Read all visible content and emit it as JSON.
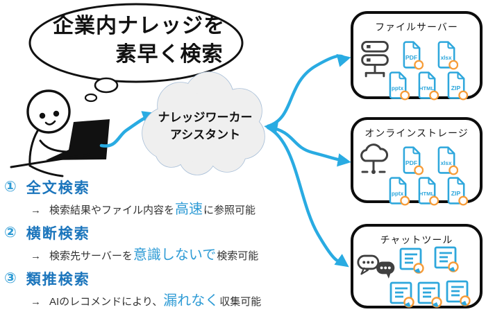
{
  "thought_bubble": {
    "line1": "企業内ナレッジを",
    "line2": "素早く検索"
  },
  "cloud": {
    "line1": "ナレッジワーカー",
    "line2": "アシスタント"
  },
  "features": [
    {
      "number": "①",
      "title": "全文検索",
      "arrow": "→",
      "pre": "検索結果やファイル内容を",
      "accent": "高速",
      "post": "に参照可能"
    },
    {
      "number": "②",
      "title": "横断検索",
      "arrow": "→",
      "pre": "検索先サーバーを",
      "accent": "意識しないで",
      "post": "検索可能"
    },
    {
      "number": "③",
      "title": "類推検索",
      "arrow": "→",
      "pre": "AIのレコメンドにより、",
      "accent": "漏れなく",
      "post": "収集可能"
    }
  ],
  "boxes": {
    "file_server": {
      "title": "ファイルサーバー",
      "files": [
        "PDF",
        "xlsx",
        "pptx",
        "HTML",
        "ZIP"
      ]
    },
    "online_storage": {
      "title": "オンラインストレージ",
      "files": [
        "PDF",
        "xlsx",
        "pptx",
        "HTML",
        "ZIP"
      ]
    },
    "chat_tool": {
      "title": "チャットツール"
    }
  },
  "icons": {
    "thought-bubble": "cloud-shaped thinking balloon",
    "person-at-laptop-icon": "stick figure typing on laptop",
    "assistant-cloud-icon": "gray cloud shape",
    "server-icon": "stacked server rack with network stand",
    "cloud-storage-icon": "cloud with network stem",
    "chat-bubbles-icon": "two speech bubbles with dots",
    "file-icon": "document sheet with folded corner and orange search ring",
    "note-icon": "text document card with orange search ring",
    "flow-arrow": "curved cyan arrow"
  },
  "colors": {
    "arrow_blue": "#29ABE2",
    "heading_blue": "#1B75BC",
    "accent_blue": "#2E9BD5",
    "icon_blue": "#2EA7DC",
    "icon_orange": "#F79C38",
    "outline_black": "#111111",
    "cloud_fill": "#EFEFEF",
    "cloud_stroke": "#A8BFD8"
  }
}
